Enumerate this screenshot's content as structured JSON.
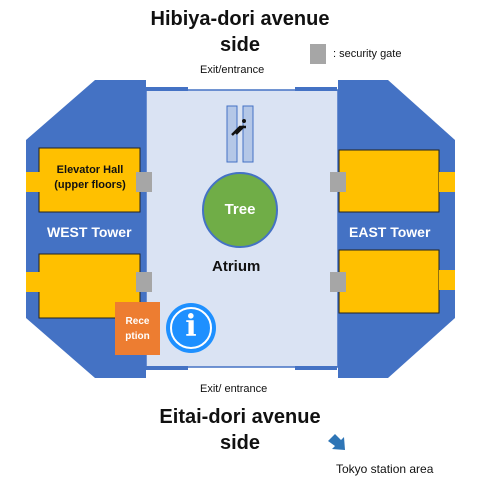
{
  "titles": {
    "top_line1": "Hibiya-dori avenue",
    "top_line2": "side",
    "bottom_line1": "Eitai-dori avenue",
    "bottom_line2": "side"
  },
  "legend": {
    "security_gate": ": security gate"
  },
  "exits": {
    "top": "Exit/entrance",
    "bottom": "Exit/ entrance"
  },
  "towers": {
    "west": "WEST Tower",
    "east": "EAST Tower"
  },
  "elevator_hall": {
    "line1": "Elevator Hall",
    "line2": "(upper floors)"
  },
  "atrium": {
    "label": "Atrium",
    "tree": "Tree"
  },
  "reception": {
    "line1": "Rece",
    "line2": "ption"
  },
  "info_symbol": "i",
  "direction": {
    "label": "Tokyo station area"
  },
  "colors": {
    "tower_blue": "#4472c4",
    "atrium_fill": "#dae3f3",
    "hall_yellow": "#ffc000",
    "gate_gray": "#a6a6a6",
    "tree_green": "#70ad47",
    "reception_orange": "#ed7d31",
    "info_blue": "#1e90ff"
  },
  "icons": [
    "escalator-icon",
    "information-icon",
    "arrow-icon"
  ]
}
